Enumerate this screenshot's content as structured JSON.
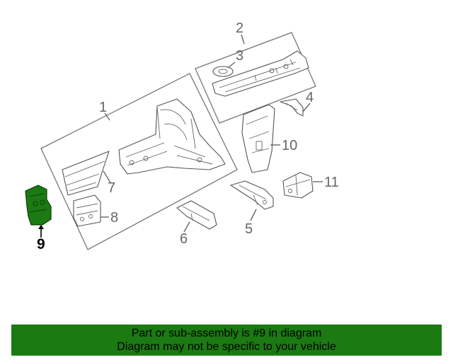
{
  "diagram": {
    "callouts": {
      "c1": "1",
      "c2": "2",
      "c3": "3",
      "c4": "4",
      "c5": "5",
      "c6": "6",
      "c7": "7",
      "c8": "8",
      "c9": "9",
      "c10": "10",
      "c11": "11"
    },
    "selected_part": "9",
    "colors": {
      "highlight": "#1b7a12",
      "line": "#666666"
    }
  },
  "banner": {
    "line1": "Part or sub-assembly is #9 in diagram",
    "line2": "Diagram may not be specific to your vehicle"
  }
}
